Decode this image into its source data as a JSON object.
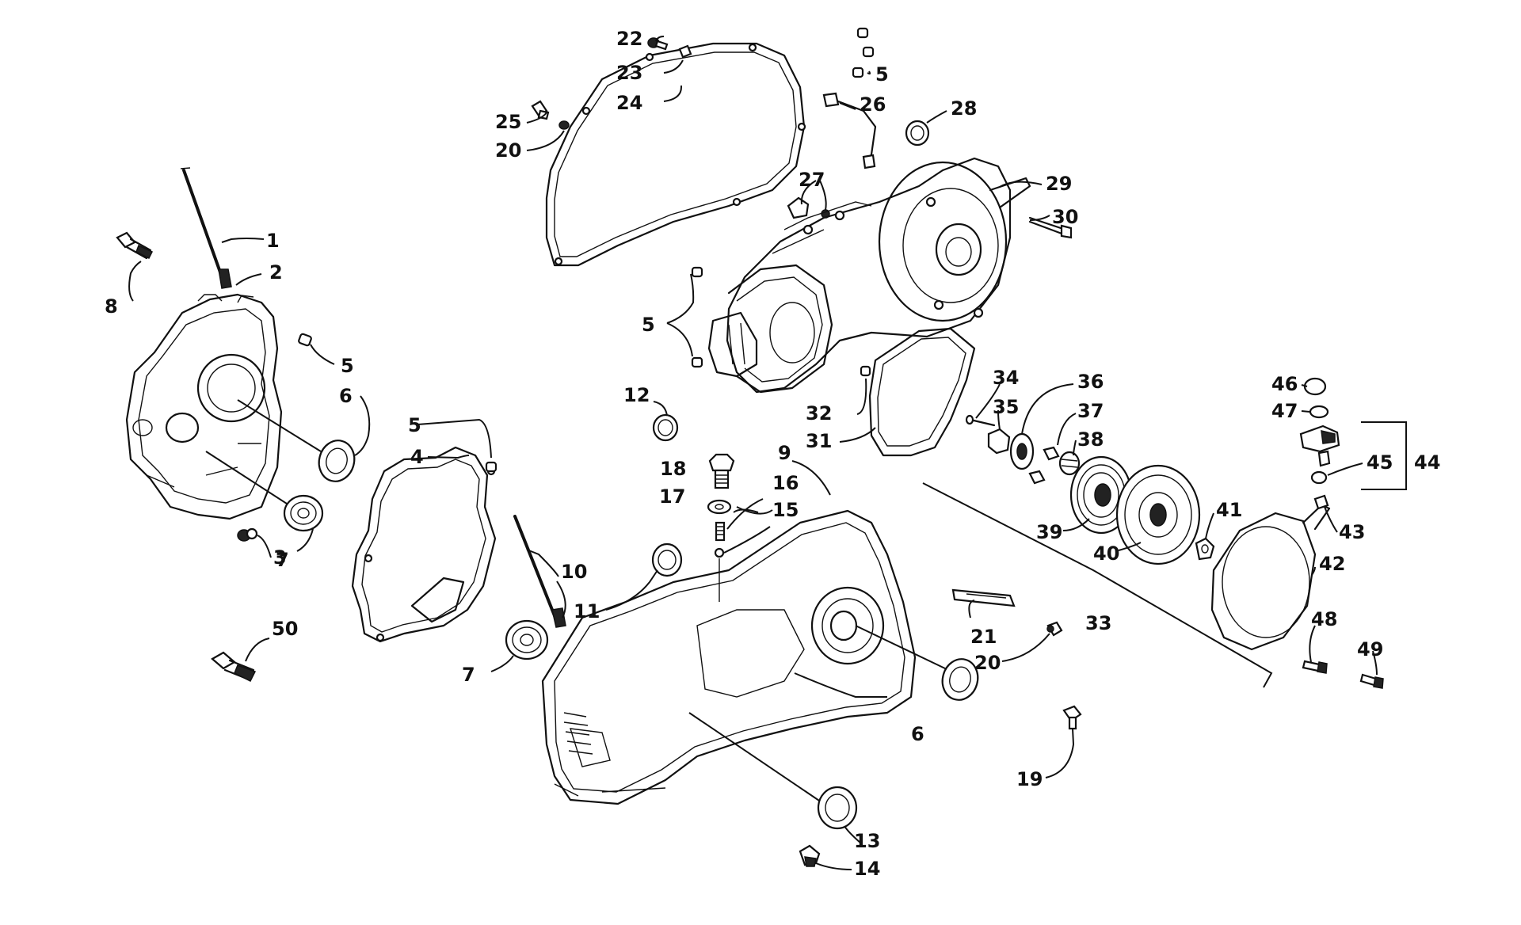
{
  "callouts": [
    {
      "id": "c1",
      "text": "1"
    },
    {
      "id": "c2",
      "text": "2"
    },
    {
      "id": "c3",
      "text": "3"
    },
    {
      "id": "c4",
      "text": "4"
    },
    {
      "id": "c5a",
      "text": "5"
    },
    {
      "id": "c5b",
      "text": "5"
    },
    {
      "id": "c5c",
      "text": "5"
    },
    {
      "id": "c5d",
      "text": "5"
    },
    {
      "id": "c6a",
      "text": "6"
    },
    {
      "id": "c6b",
      "text": "6"
    },
    {
      "id": "c7a",
      "text": "7"
    },
    {
      "id": "c7b",
      "text": "7"
    },
    {
      "id": "c8",
      "text": "8"
    },
    {
      "id": "c9",
      "text": "9"
    },
    {
      "id": "c10",
      "text": "10"
    },
    {
      "id": "c11",
      "text": "11"
    },
    {
      "id": "c12",
      "text": "12"
    },
    {
      "id": "c13",
      "text": "13"
    },
    {
      "id": "c14",
      "text": "14"
    },
    {
      "id": "c15",
      "text": "15"
    },
    {
      "id": "c16",
      "text": "16"
    },
    {
      "id": "c17",
      "text": "17"
    },
    {
      "id": "c18",
      "text": "18"
    },
    {
      "id": "c19",
      "text": "19"
    },
    {
      "id": "c20a",
      "text": "20"
    },
    {
      "id": "c20b",
      "text": "20"
    },
    {
      "id": "c21",
      "text": "21"
    },
    {
      "id": "c22",
      "text": "22"
    },
    {
      "id": "c23",
      "text": "23"
    },
    {
      "id": "c24",
      "text": "24"
    },
    {
      "id": "c25",
      "text": "25"
    },
    {
      "id": "c26",
      "text": "26"
    },
    {
      "id": "c27",
      "text": "27"
    },
    {
      "id": "c28",
      "text": "28"
    },
    {
      "id": "c29",
      "text": "29"
    },
    {
      "id": "c30",
      "text": "30"
    },
    {
      "id": "c31",
      "text": "31"
    },
    {
      "id": "c32",
      "text": "32"
    },
    {
      "id": "c33",
      "text": "33"
    },
    {
      "id": "c34",
      "text": "34"
    },
    {
      "id": "c35",
      "text": "35"
    },
    {
      "id": "c36",
      "text": "36"
    },
    {
      "id": "c37",
      "text": "37"
    },
    {
      "id": "c38",
      "text": "38"
    },
    {
      "id": "c39",
      "text": "39"
    },
    {
      "id": "c40",
      "text": "40"
    },
    {
      "id": "c41",
      "text": "41"
    },
    {
      "id": "c42",
      "text": "42"
    },
    {
      "id": "c43",
      "text": "43"
    },
    {
      "id": "c44",
      "text": "44"
    },
    {
      "id": "c45",
      "text": "45"
    },
    {
      "id": "c46",
      "text": "46"
    },
    {
      "id": "c47",
      "text": "47"
    },
    {
      "id": "c48",
      "text": "48"
    },
    {
      "id": "c49",
      "text": "49"
    },
    {
      "id": "c50",
      "text": "50"
    }
  ],
  "colors": {
    "line": "#111111",
    "background": "#ffffff"
  }
}
